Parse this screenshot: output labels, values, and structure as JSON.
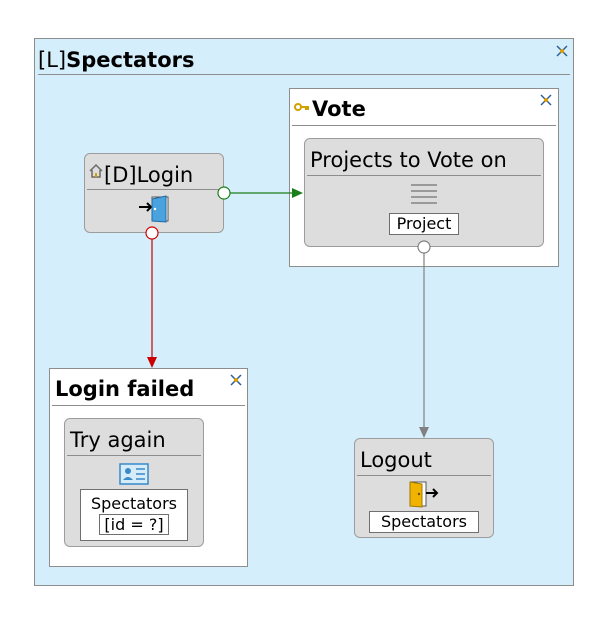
{
  "spectators": {
    "prefix": "[L]",
    "title": "Spectators"
  },
  "vote": {
    "title": "Vote",
    "projects_list": {
      "title": "Projects to Vote on",
      "entity": "Project"
    }
  },
  "login": {
    "prefix": "[D]",
    "title": "Login"
  },
  "login_failed": {
    "title": "Login failed",
    "try_again": {
      "title": "Try again",
      "entity": "Spectators",
      "condition": "[id = ?]"
    }
  },
  "logout": {
    "title": "Logout",
    "entity": "Spectators"
  },
  "colors": {
    "outer_bg": "#d5eefb",
    "panel_bg": "#ffffff",
    "component_bg": "#dddddd",
    "border": "#8d8d8d",
    "success_flow": "#1a7f1a",
    "error_flow": "#cc0000",
    "neutral_flow": "#808080",
    "door_blue": "#4aa3df",
    "door_gold": "#f0b400"
  },
  "icons": {
    "pin": "pin-icon",
    "home": "home-icon",
    "key": "key-icon",
    "login": "login-door-icon",
    "list": "list-icon",
    "form": "form-card-icon",
    "logout": "logout-door-icon"
  }
}
